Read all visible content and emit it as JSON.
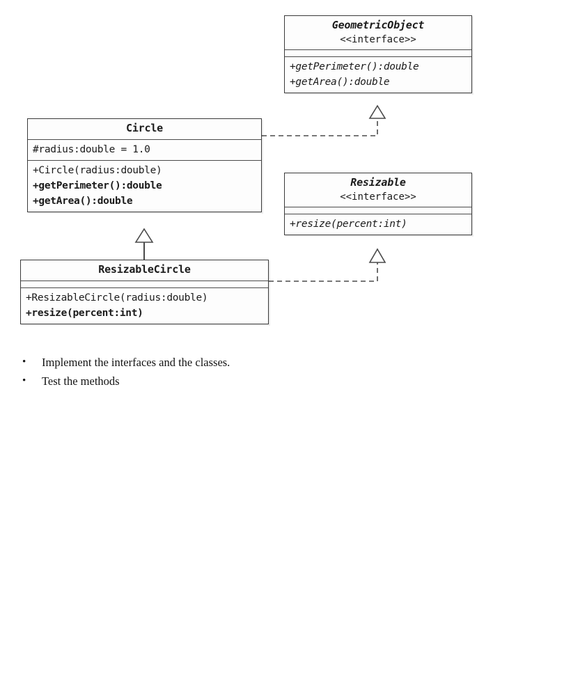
{
  "diagram": {
    "type": "uml-class-diagram",
    "boxes": [
      {
        "id": "geometric-object",
        "kind": "interface",
        "title": "GeometricObject",
        "stereotype": "<<interface>>",
        "attributes": [],
        "methods": [
          {
            "text": "+getPerimeter():double",
            "style": "italic"
          },
          {
            "text": "+getArea():double",
            "style": "italic"
          }
        ]
      },
      {
        "id": "circle",
        "kind": "class",
        "title": "Circle",
        "stereotype": "",
        "attributes": [
          {
            "text": "#radius:double = 1.0",
            "style": "normal"
          }
        ],
        "methods": [
          {
            "text": "+Circle(radius:double)",
            "style": "normal"
          },
          {
            "text": "+getPerimeter():double",
            "style": "bold"
          },
          {
            "text": "+getArea():double",
            "style": "bold"
          }
        ]
      },
      {
        "id": "resizable",
        "kind": "interface",
        "title": "Resizable",
        "stereotype": "<<interface>>",
        "attributes": [],
        "methods": [
          {
            "text": "+resize(percent:int)",
            "style": "italic"
          }
        ]
      },
      {
        "id": "resizable-circle",
        "kind": "class",
        "title": "ResizableCircle",
        "stereotype": "",
        "attributes": [],
        "methods": [
          {
            "text": "+ResizableCircle(radius:double)",
            "style": "normal"
          },
          {
            "text": "+resize(percent:int)",
            "style": "bold"
          }
        ]
      }
    ],
    "relationships": [
      {
        "id": "circle-implements-geometricobject",
        "from": "circle",
        "to": "geometric-object",
        "type": "realization",
        "line": "dashed",
        "arrowhead": "hollow-triangle"
      },
      {
        "id": "resizablecircle-extends-circle",
        "from": "resizable-circle",
        "to": "circle",
        "type": "generalization",
        "line": "solid",
        "arrowhead": "hollow-triangle"
      },
      {
        "id": "resizablecircle-implements-resizable",
        "from": "resizable-circle",
        "to": "resizable",
        "type": "realization",
        "line": "dashed",
        "arrowhead": "hollow-triangle"
      }
    ],
    "colors": {
      "box_border": "#3a3a3a",
      "box_fill": "#fdfdfd",
      "connector": "#4a4a4a",
      "text": "#1b1b1b",
      "page_background": "#ffffff"
    }
  },
  "tasks": {
    "bullet_glyph": "•",
    "items": [
      {
        "text": "Implement the interfaces and the classes."
      },
      {
        "text": "Test the methods"
      }
    ]
  }
}
